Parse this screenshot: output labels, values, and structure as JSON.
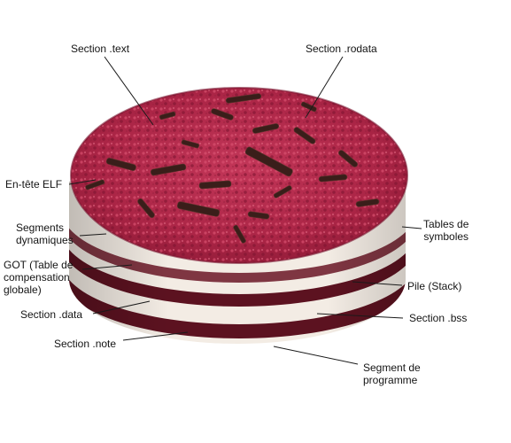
{
  "labels": {
    "section_text": "Section .text",
    "section_rodata": "Section .rodata",
    "elf_header": "En-tête ELF",
    "dynamic_segments": "Segments\ndynamiques",
    "symbol_tables": "Tables de\nsymboles",
    "got": "GOT (Table de\ncompensation\nglobale)",
    "stack": "Pile (Stack)",
    "section_data": "Section .data",
    "section_bss": "Section .bss",
    "section_note": "Section .note",
    "program_segment": "Segment de\nprogramme"
  },
  "colors": {
    "crumb": "#b52a4a",
    "sponge": "#5e1320",
    "cream": "#f5efe8",
    "chocolate": "#3b1f1a",
    "leader_line": "#1a1a1a"
  },
  "image": {
    "subject": "layered red velvet cake with chocolate shavings",
    "icon": "cake-illustration"
  }
}
